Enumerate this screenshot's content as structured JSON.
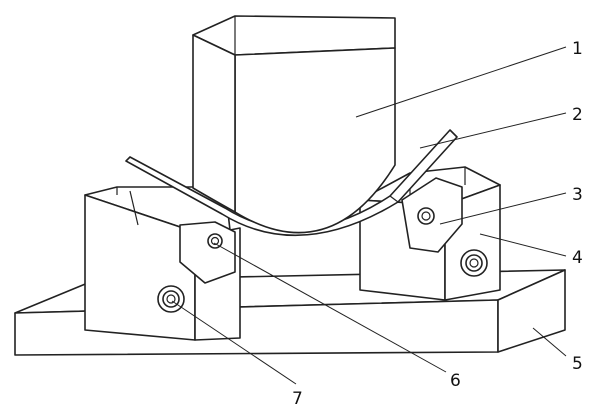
{
  "figure": {
    "callouts": [
      {
        "id": "part-1",
        "number": "1"
      },
      {
        "id": "part-2",
        "number": "2"
      },
      {
        "id": "part-3",
        "number": "3"
      },
      {
        "id": "part-4",
        "number": "4"
      },
      {
        "id": "part-5",
        "number": "5"
      },
      {
        "id": "part-6",
        "number": "6"
      },
      {
        "id": "part-7",
        "number": "7"
      }
    ]
  }
}
